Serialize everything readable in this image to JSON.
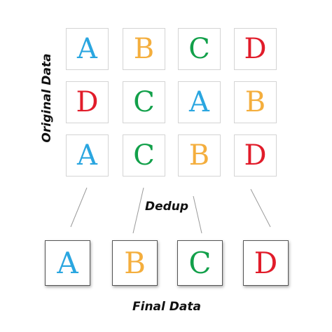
{
  "labels": {
    "original": "Original Data",
    "dedup": "Dedup",
    "final": "Final Data"
  },
  "colors": {
    "A": "#2aa6e0",
    "B": "#f4ae3d",
    "C": "#12a04a",
    "D": "#e11c2a"
  },
  "original_grid": [
    [
      "A",
      "B",
      "C",
      "D"
    ],
    [
      "D",
      "C",
      "A",
      "B"
    ],
    [
      "A",
      "C",
      "B",
      "D"
    ]
  ],
  "final_row": [
    "A",
    "B",
    "C",
    "D"
  ]
}
